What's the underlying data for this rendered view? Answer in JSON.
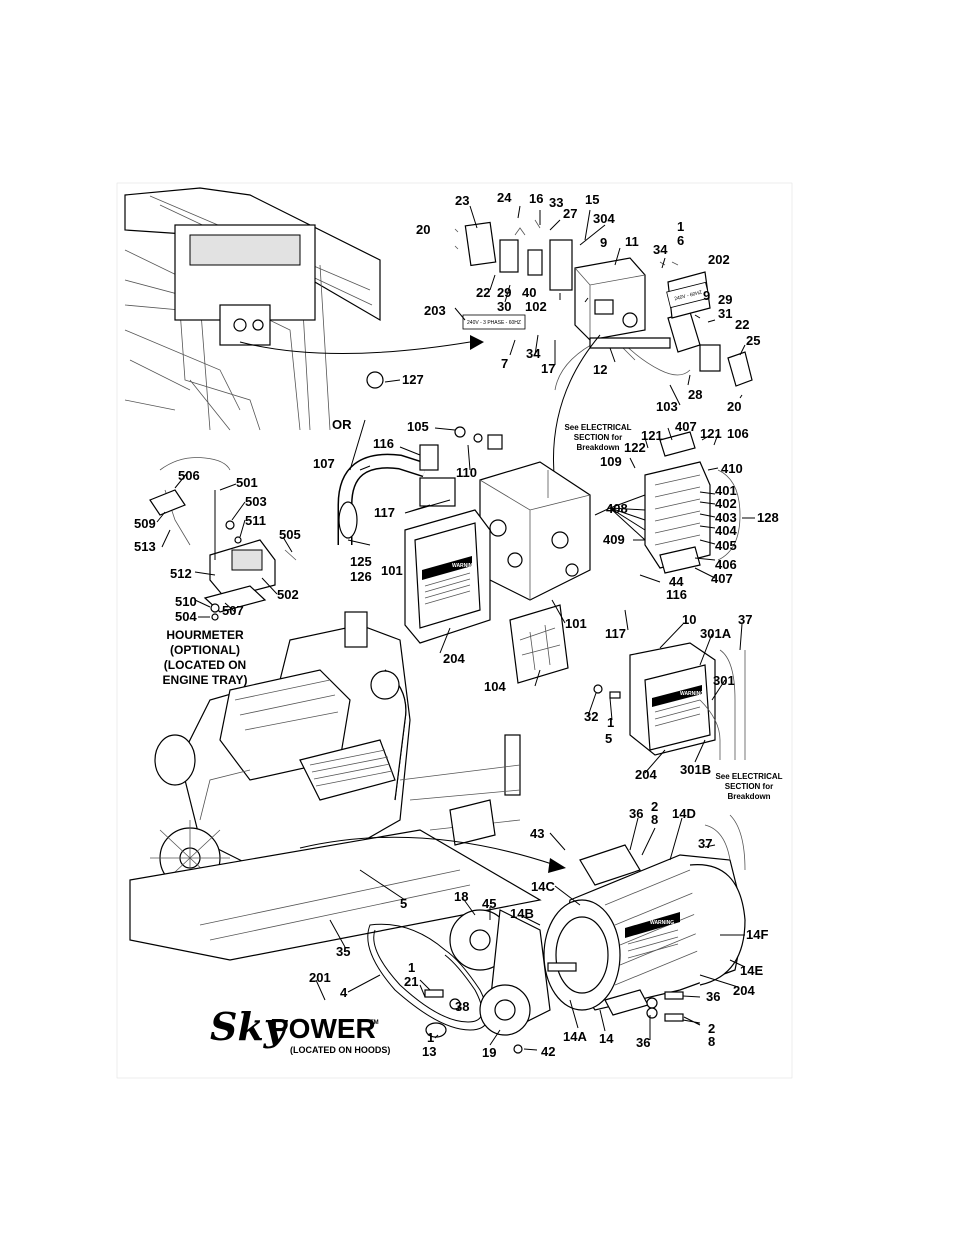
{
  "callouts": {
    "c23": "23",
    "c24": "24",
    "c16": "16",
    "c33": "33",
    "c27": "27",
    "c15": "15",
    "c304": "304",
    "c1a": "1",
    "c6": "6",
    "c20a": "20",
    "c34a": "34",
    "c9a": "9",
    "c11": "11",
    "c202": "202",
    "c22a": "22",
    "c29a": "29",
    "c30": "30",
    "c40": "40",
    "c102": "102",
    "c9b": "9",
    "c29b": "29",
    "c31": "31",
    "c22b": "22",
    "c25": "25",
    "c203": "203",
    "c7": "7",
    "c34b": "34",
    "c17": "17",
    "c12": "12",
    "c28": "28",
    "c103": "103",
    "c20b": "20",
    "c127": "127",
    "cOR": "OR",
    "c105": "105",
    "c407a": "407",
    "c121a": "121",
    "c121b": "121",
    "c106": "106",
    "c116a": "116",
    "c122": "122",
    "c109": "109",
    "c110": "110",
    "c410": "410",
    "c107": "107",
    "c408": "408",
    "c401": "401",
    "c402": "402",
    "c403": "403",
    "c404": "404",
    "c405": "405",
    "c406": "406",
    "c407b": "407",
    "c128": "128",
    "c117a": "117",
    "c409": "409",
    "c125": "125",
    "c126": "126",
    "c44": "44",
    "c116b": "116",
    "c101a": "101",
    "c101b": "101",
    "c117b": "117",
    "c506": "506",
    "c501": "501",
    "c503": "503",
    "c511": "511",
    "c509": "509",
    "c505": "505",
    "c513": "513",
    "c512": "512",
    "c502": "502",
    "c510": "510",
    "c507": "507",
    "c504": "504",
    "c204a": "204",
    "c104": "104",
    "c10": "10",
    "c37a": "37",
    "c301A": "301A",
    "c301": "301",
    "c32": "32",
    "c1b": "1",
    "c5a": "5",
    "c204b": "204",
    "c301B": "301B",
    "c43": "43",
    "c36a": "36",
    "c2a": "2",
    "c8a": "8",
    "c14D": "14D",
    "c37b": "37",
    "c14C": "14C",
    "c5b": "5",
    "c35": "35",
    "c18": "18",
    "c45": "45",
    "c14B": "14B",
    "c14F": "14F",
    "c14E": "14E",
    "c1c": "1",
    "c21": "21",
    "c201": "201",
    "c4": "4",
    "c38": "38",
    "c204c": "204",
    "c36b": "36",
    "c1d": "1",
    "c13": "13",
    "c19": "19",
    "c42": "42",
    "c14A": "14A",
    "c14": "14",
    "c36c": "36",
    "c2b": "2",
    "c8b": "8"
  },
  "notes": {
    "elec1_l1": "See ELECTRICAL",
    "elec1_l2": "SECTION for",
    "elec1_l3": "Breakdown",
    "elec2_l1": "See ELECTRICAL",
    "elec2_l2": "SECTION for",
    "elec2_l3": "Breakdown",
    "hour_l1": "HOURMETER",
    "hour_l2": "(OPTIONAL)",
    "hour_l3": "(LOCATED ON",
    "hour_l4": "ENGINE TRAY)"
  },
  "decals": {
    "phase3": "240V - 3 PHASE - 60HZ",
    "single": "240V - 60HZ",
    "warning": "WARNING"
  },
  "logo": {
    "sky": "Sky",
    "power": "POWER",
    "tm": "TM",
    "location": "(LOCATED ON HOODS)"
  }
}
